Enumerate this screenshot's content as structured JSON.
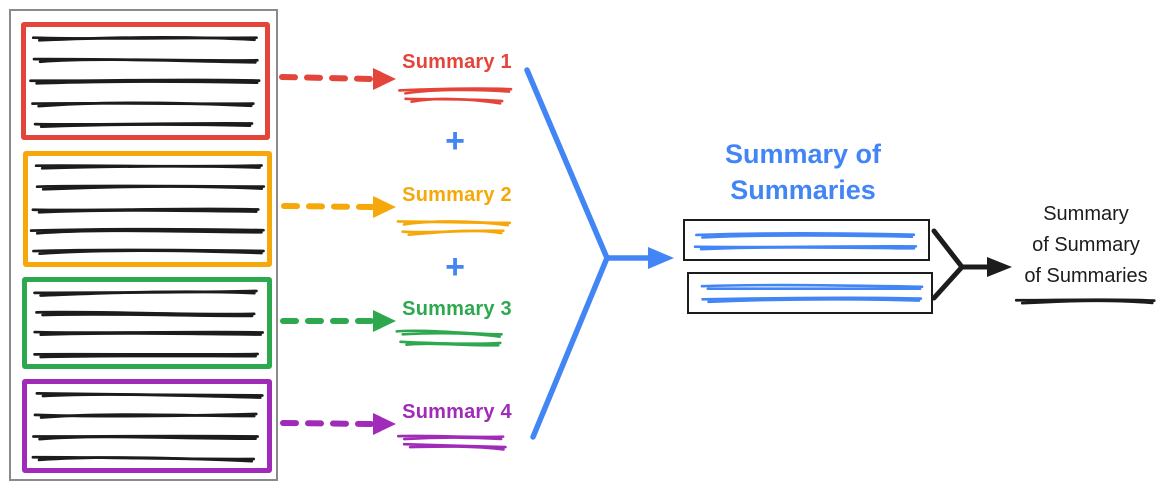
{
  "colors": {
    "red": "#E4453B",
    "orange": "#F6A80A",
    "green": "#2EA84F",
    "purple": "#9F2BB8",
    "blue": "#4285F4",
    "ink": "#1C1C1C",
    "container_border": "#8A8A8A"
  },
  "source_document": {
    "sections": [
      {
        "name": "section-1",
        "color": "red",
        "text_lines": 5
      },
      {
        "name": "section-2",
        "color": "orange",
        "text_lines": 5
      },
      {
        "name": "section-3",
        "color": "green",
        "text_lines": 4
      },
      {
        "name": "section-4",
        "color": "purple",
        "text_lines": 4
      }
    ]
  },
  "map_summaries": [
    {
      "label": "Summary 1",
      "color": "red",
      "text_lines": 2
    },
    {
      "label": "Summary 2",
      "color": "orange",
      "text_lines": 2
    },
    {
      "label": "Summary 3",
      "color": "green",
      "text_lines": 2
    },
    {
      "label": "Summary 4",
      "color": "purple",
      "text_lines": 2
    }
  ],
  "plus_sign": "+",
  "reduce_stage": {
    "title": "Summary of Summaries",
    "boxes": [
      {
        "text_lines": 2
      },
      {
        "text_lines": 2
      }
    ]
  },
  "final_stage": {
    "label": "Summary\nof Summary\nof Summaries",
    "text_lines": 1
  }
}
